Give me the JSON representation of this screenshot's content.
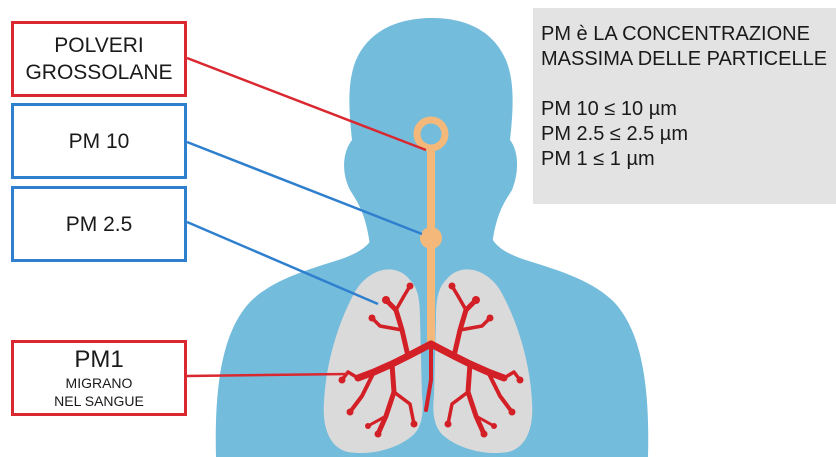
{
  "labels": {
    "polveri": {
      "line1": "POLVERI",
      "line2": "GROSSOLANE",
      "border_color": "#d9282f"
    },
    "pm10": {
      "text": "PM 10",
      "border_color": "#2f7fcf"
    },
    "pm25": {
      "text": "PM 2.5",
      "border_color": "#2f7fcf"
    },
    "pm1": {
      "title": "PM1",
      "line1": "MIGRANO",
      "line2": "NEL SANGUE",
      "border_color": "#d9282f"
    }
  },
  "info": {
    "title_line1": "PM è LA CONCENTRAZIONE",
    "title_line2": "MASSIMA DELLE PARTICELLE",
    "ranges": [
      "PM 10 ≤ 10 µm",
      "PM 2.5 ≤ 2.5 µm",
      "PM 1 ≤ 1 µm"
    ],
    "background": "#e3e3e3"
  },
  "colors": {
    "body": "#74bcdc",
    "lungs": "#dadada",
    "airway": "#f4b97a",
    "bronchi": "#d31f26",
    "red_line": "#d9282f",
    "blue_line": "#2f7fcf"
  }
}
